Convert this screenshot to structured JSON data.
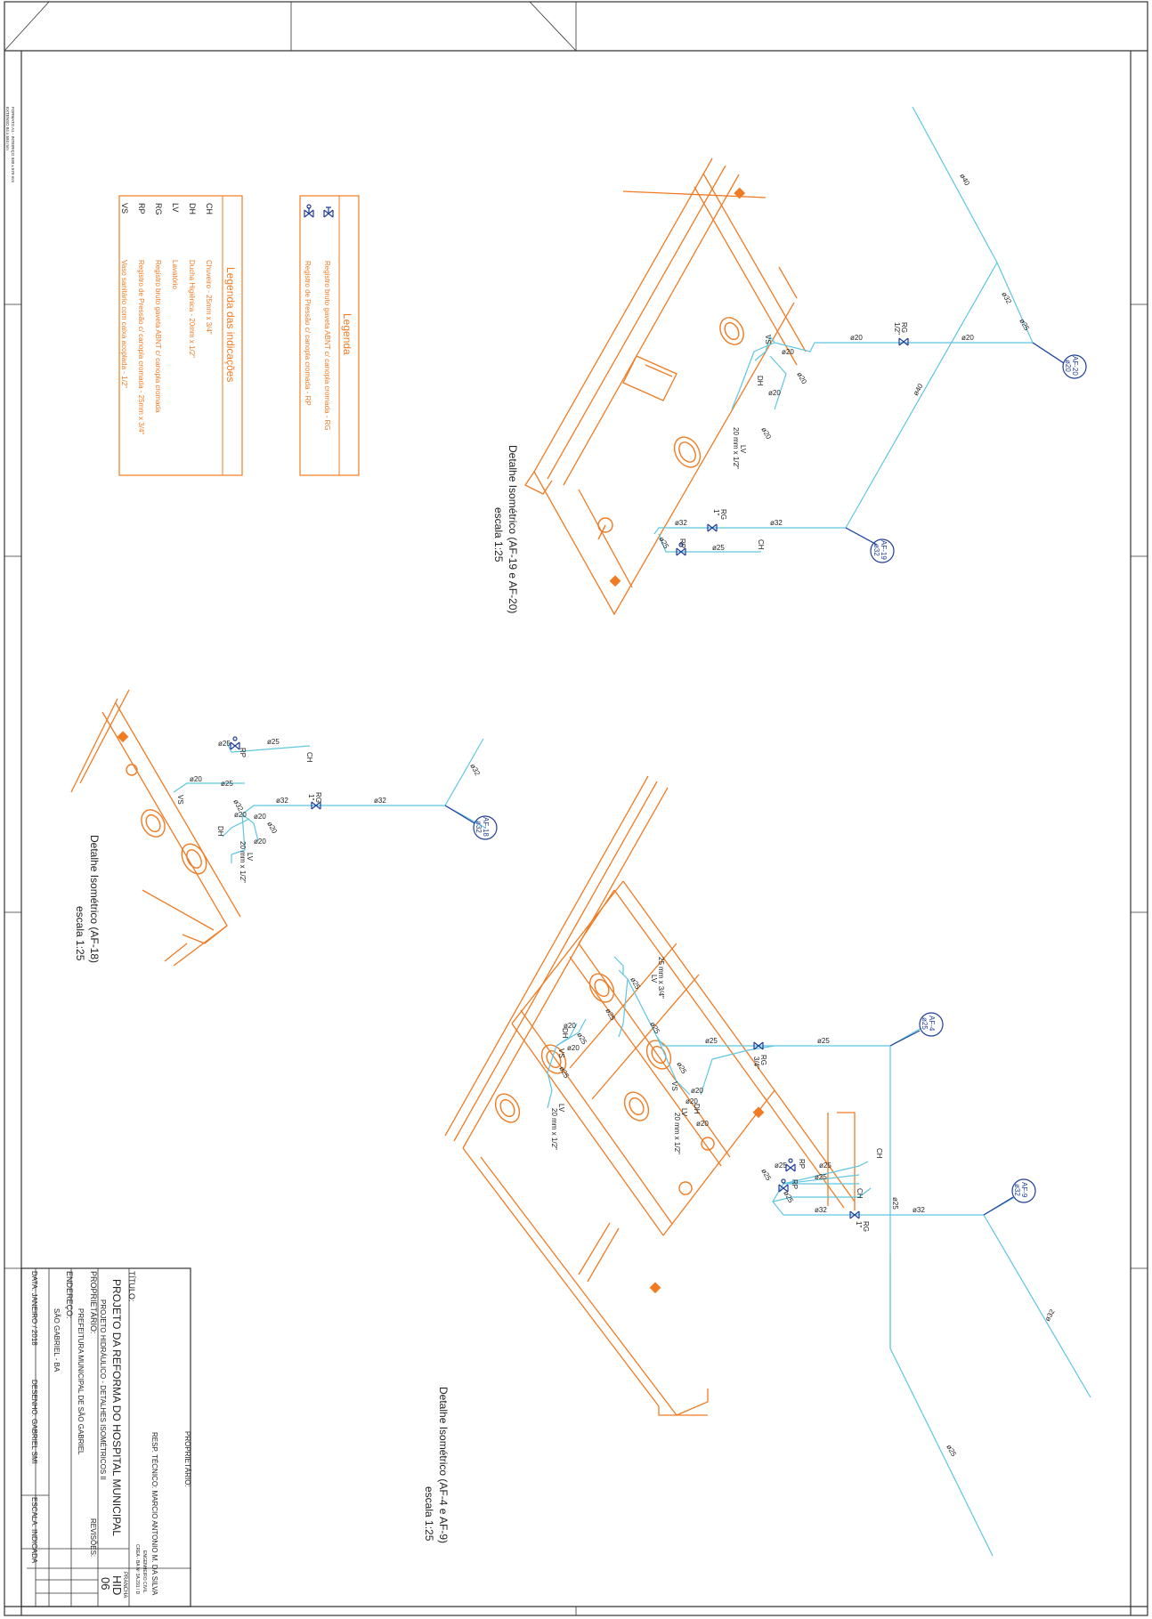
{
  "colors": {
    "walls": "#f07b22",
    "pipes": "#5ec6e0",
    "valves": "#1f3d9a",
    "frame": "#333333",
    "legend_text": "#f07b22"
  },
  "format_note": {
    "line1": "FORMATO A1 - INTEIRIÇO 930 x 570 mm",
    "line2": "EXTENSO 84 x 594 mm"
  },
  "legend": {
    "title": "Legenda",
    "items": [
      {
        "icon": "gate-valve-icon",
        "label": "Registro bruto gaveta ABNT c/ canopla cromada - RG"
      },
      {
        "icon": "pressure-valve-icon",
        "label": "Registro de Pressão c/ canopla cromada - RP"
      }
    ]
  },
  "indications": {
    "title": "Legenda das indicações",
    "items": [
      {
        "code": "CH",
        "label": "Chuveiro - 25mm x 3/4\""
      },
      {
        "code": "DH",
        "label": "Ducha Higiênica - 20mm x 1/2\""
      },
      {
        "code": "LV",
        "label": "Lavatório"
      },
      {
        "code": "RG",
        "label": "Registro bruto gaveta ABNT c/ canopla cromada"
      },
      {
        "code": "RP",
        "label": "Registro de Pressão c/ canopla cromada - 25mm x 3/4\""
      },
      {
        "code": "VS",
        "label": "Vaso sanitário com caixa acoplada - 1/2\""
      }
    ]
  },
  "details": {
    "d1": {
      "title": "Detalhe Isométrico (AF-19 e AF-20)",
      "scale": "escala 1:25"
    },
    "d2": {
      "title": "Detalhe Isométrico (AF-18)",
      "scale": "escala 1:25"
    },
    "d3": {
      "title": "Detalhe Isométrico (AF-4 e AF-9)",
      "scale": "escala 1:25"
    }
  },
  "labels": {
    "d40": "ø40",
    "d32": "ø32",
    "d25": "ø25",
    "d20": "ø20",
    "rg": "RG",
    "rp": "RP",
    "ch": "CH",
    "dh": "DH",
    "lv": "LV",
    "vs": "VS",
    "half": "1/2\"",
    "three_quarter": "3/4\"",
    "one": "1\"",
    "lv_spec": "20 mm x 1/2\"",
    "ch_spec": "25 mm x 3/4\"",
    "af20": "AF-20",
    "af19": "AF-19",
    "af18": "AF-18",
    "af4": "AF-4",
    "af9": "AF-9"
  },
  "title_block": {
    "titulo_label": "TÍTULO:",
    "title": "PROJETO DA REFORMA DO HOSPITAL MUNICIPAL",
    "subtitle": "PROJETO HIDRÁULICO - DETALHES ISOMÉTRICOS II",
    "proprietario_label": "PROPRIETÁRIO:",
    "proprietario": "PREFEITURA MUNICIPAL DE SÃO GABRIEL",
    "endereco_label": "ENDEREÇO:",
    "endereco": "SÃO GABRIEL - BA",
    "data": "DATA: JANEIRO / 2018",
    "desenho": "DESENHO: GABRIEL SMI",
    "escala": "ESCALA: INDICADA",
    "revisoes": "REVISÕES:",
    "prancha_label": "PRANCHA",
    "prancha_code": "HID",
    "prancha_num": "06",
    "resp": "RESP. TÉCNICO: MARCIO ANTONIO M. DA SILVA",
    "resp_role": "ENGENHEIRO CIVIL",
    "resp_crea": "CREA - BA Nº 3A.291 / D",
    "proprietario2_label": "PROPRIETÁRIO:"
  }
}
